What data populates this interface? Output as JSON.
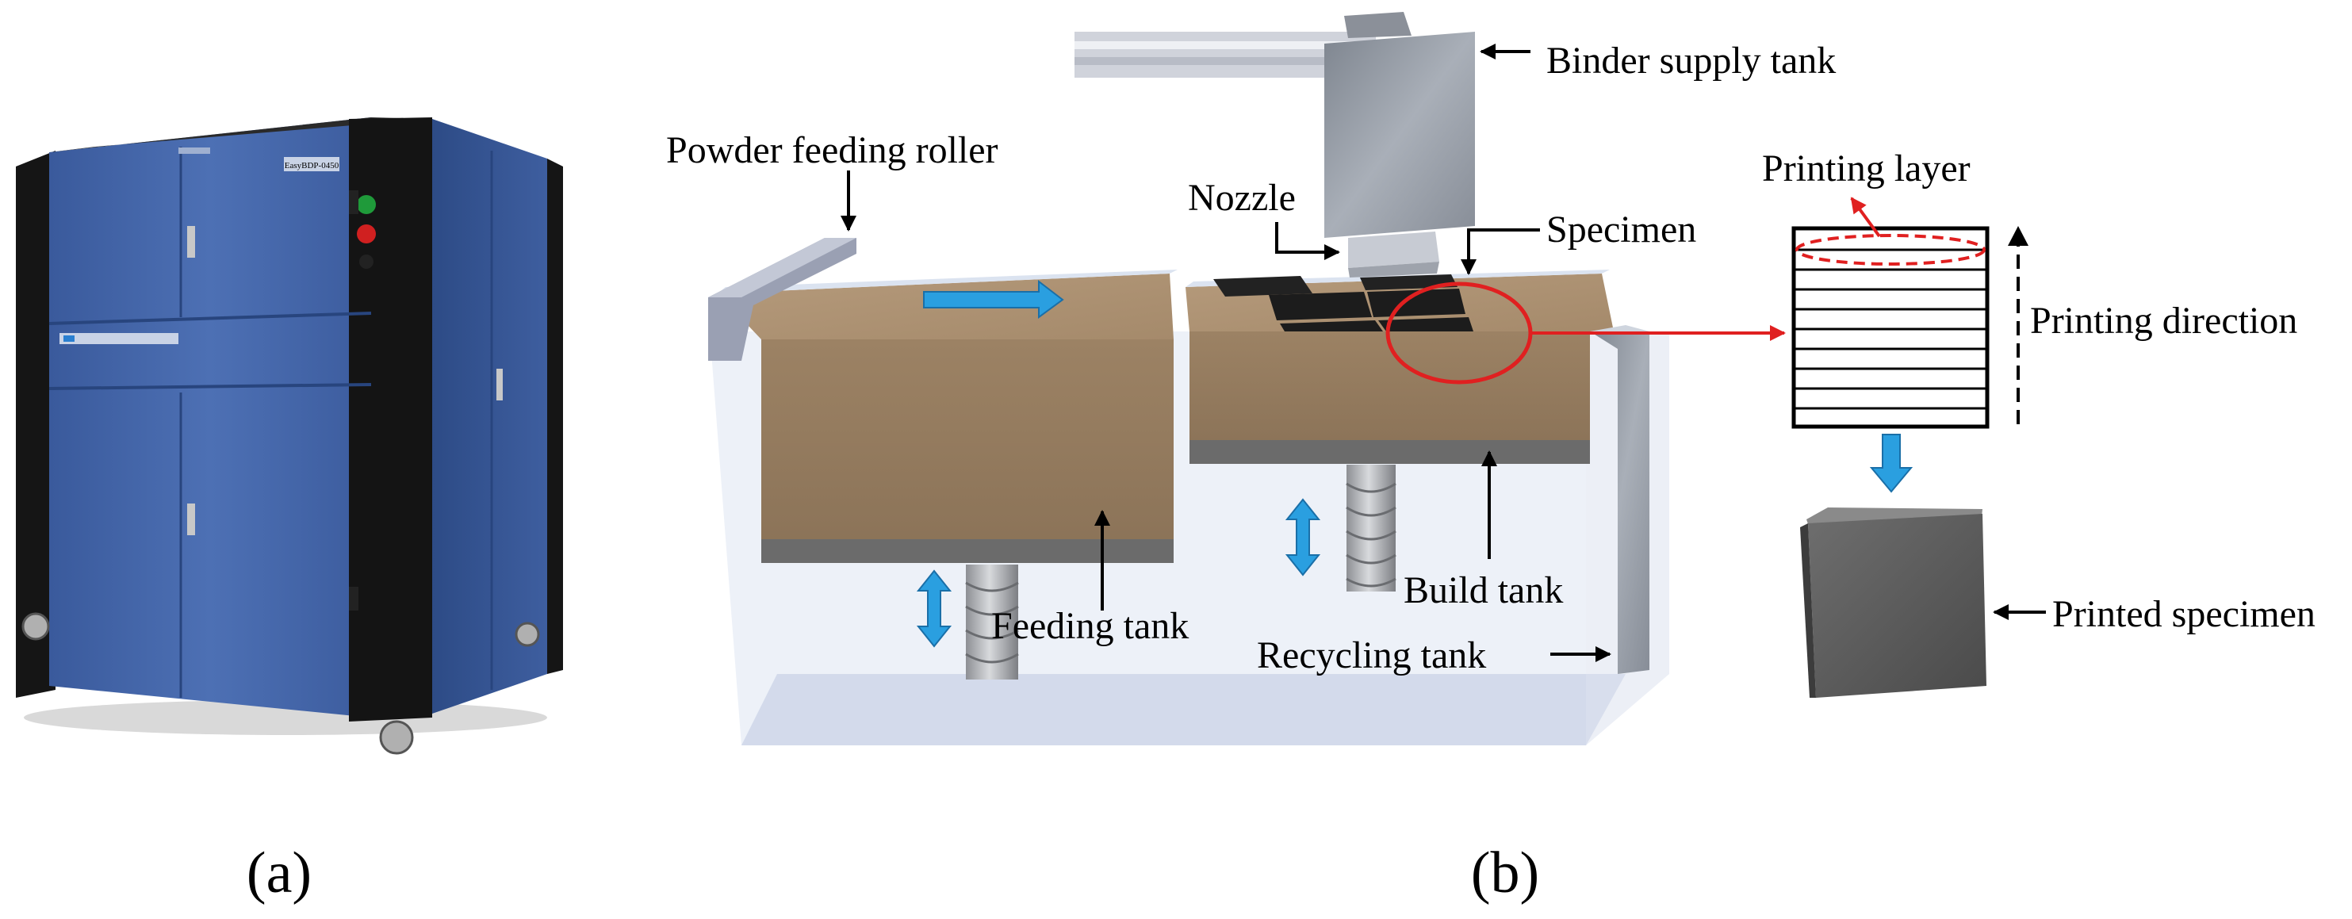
{
  "panel_a": {
    "caption": "(a)",
    "machine_plate": "EasyBDP-0450"
  },
  "panel_b": {
    "caption": "(b)",
    "labels": {
      "binder_supply_tank": "Binder supply tank",
      "powder_feeding_roller": "Powder feeding roller",
      "nozzle": "Nozzle",
      "specimen": "Specimen",
      "printing_layer": "Printing layer",
      "printing_direction": "Printing direction",
      "feeding_tank": "Feeding tank",
      "build_tank": "Build tank",
      "recycling_tank": "Recycling tank",
      "printed_specimen": "Printed specimen"
    }
  },
  "colors": {
    "machine_blue": "#3f63a8",
    "machine_frame": "#1a1a1a",
    "powder": "#a38b6e",
    "tank_glass": "#c9d2e6",
    "motion_arrow": "#2a9fe0",
    "highlight": "#e02020"
  }
}
